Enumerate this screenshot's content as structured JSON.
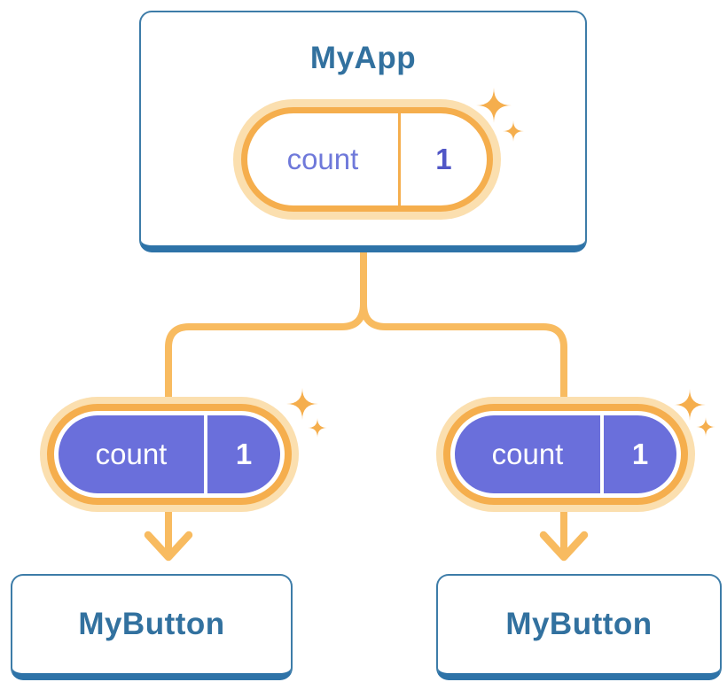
{
  "diagram": {
    "root_component": {
      "title": "MyApp",
      "state_pill": {
        "label": "count",
        "value": "1"
      }
    },
    "children": [
      {
        "title": "MyButton",
        "prop_pill": {
          "label": "count",
          "value": "1"
        }
      },
      {
        "title": "MyButton",
        "prop_pill": {
          "label": "count",
          "value": "1"
        }
      }
    ]
  },
  "colors": {
    "background": "#ffffff",
    "card_border": "#3D7CA8",
    "card_bottom": "#2E73A8",
    "title_text": "#32719F",
    "orange_line": "#F8BB60",
    "pill_ring": "#F5AE4D",
    "pill_halo": "#FBDFAF",
    "pill_purple": "#6A6FDB",
    "state_label_text": "#6F79DA",
    "state_value_text": "#5056C6",
    "pill_text_white": "#FFFFFF"
  }
}
